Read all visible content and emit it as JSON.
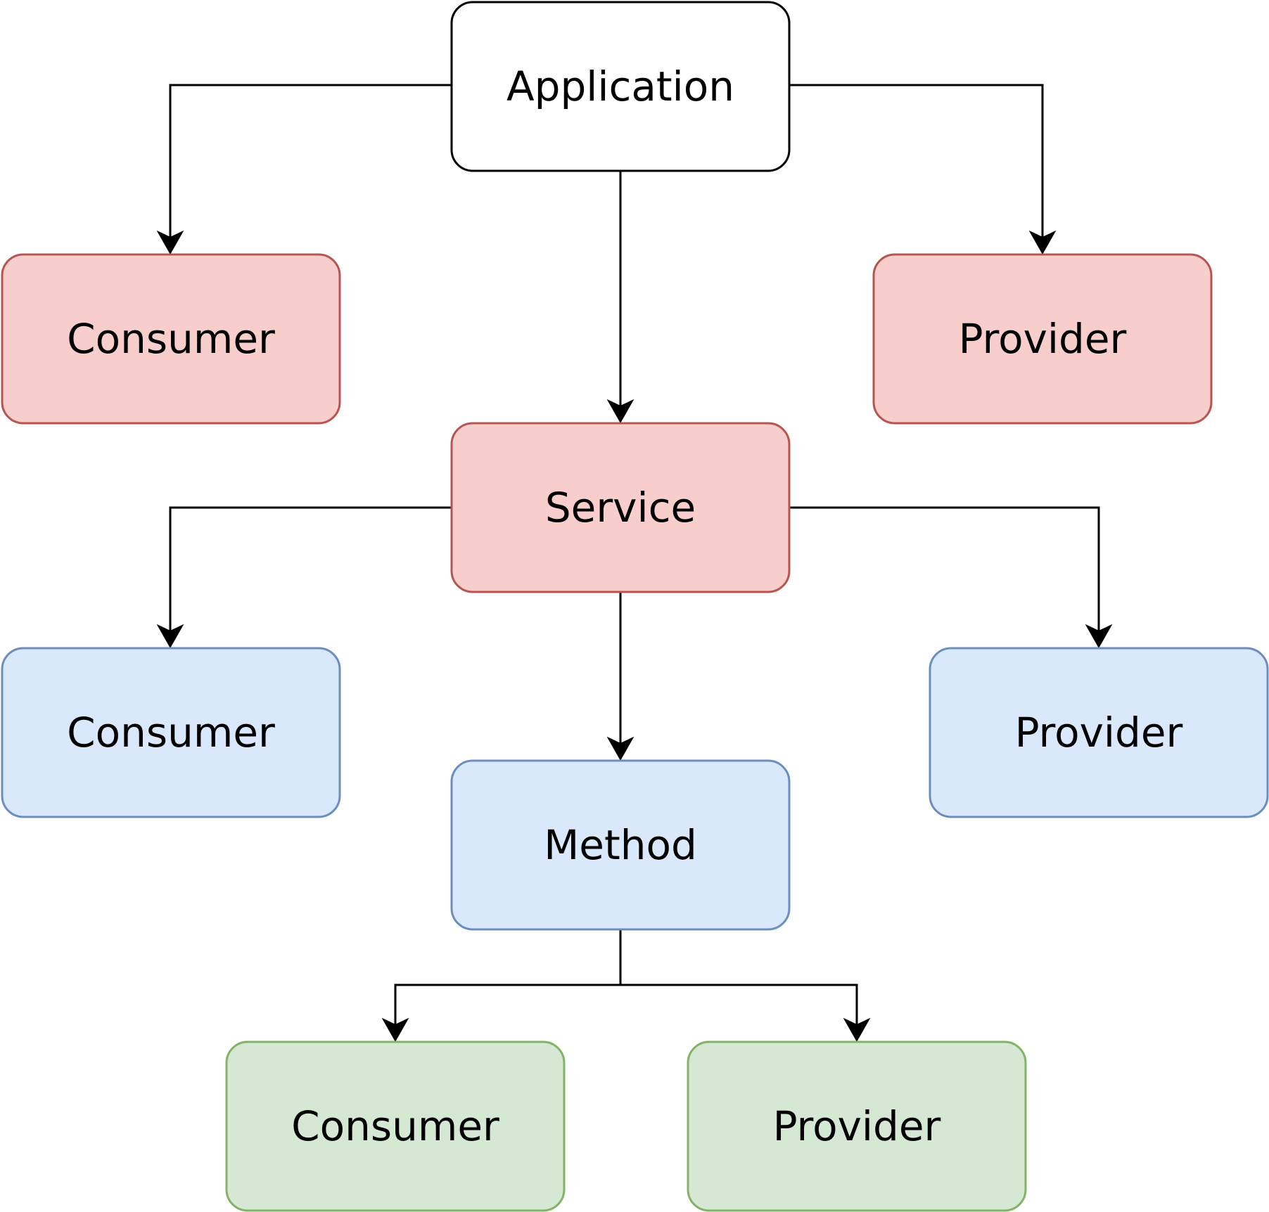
{
  "styles": {
    "white": {
      "fill": "#ffffff",
      "stroke": "#000000"
    },
    "red": {
      "fill": "#f8cecc",
      "stroke": "#b85450"
    },
    "blue": {
      "fill": "#dae8fc",
      "stroke": "#6c8ebf"
    },
    "green": {
      "fill": "#d5e8d4",
      "stroke": "#82b366"
    }
  },
  "nodes": [
    {
      "id": "application",
      "label": "Application",
      "style": "white"
    },
    {
      "id": "app-consumer",
      "label": "Consumer",
      "style": "red"
    },
    {
      "id": "app-provider",
      "label": "Provider",
      "style": "red"
    },
    {
      "id": "service",
      "label": "Service",
      "style": "red"
    },
    {
      "id": "service-consumer",
      "label": "Consumer",
      "style": "blue"
    },
    {
      "id": "service-provider",
      "label": "Provider",
      "style": "blue"
    },
    {
      "id": "method",
      "label": "Method",
      "style": "blue"
    },
    {
      "id": "method-consumer",
      "label": "Consumer",
      "style": "green"
    },
    {
      "id": "method-provider",
      "label": "Provider",
      "style": "green"
    }
  ],
  "edges": [
    {
      "from": "application",
      "to": "app-consumer"
    },
    {
      "from": "application",
      "to": "app-provider"
    },
    {
      "from": "application",
      "to": "service"
    },
    {
      "from": "service",
      "to": "service-consumer"
    },
    {
      "from": "service",
      "to": "service-provider"
    },
    {
      "from": "service",
      "to": "method"
    },
    {
      "from": "method",
      "to": "method-consumer"
    },
    {
      "from": "method",
      "to": "method-provider"
    }
  ]
}
